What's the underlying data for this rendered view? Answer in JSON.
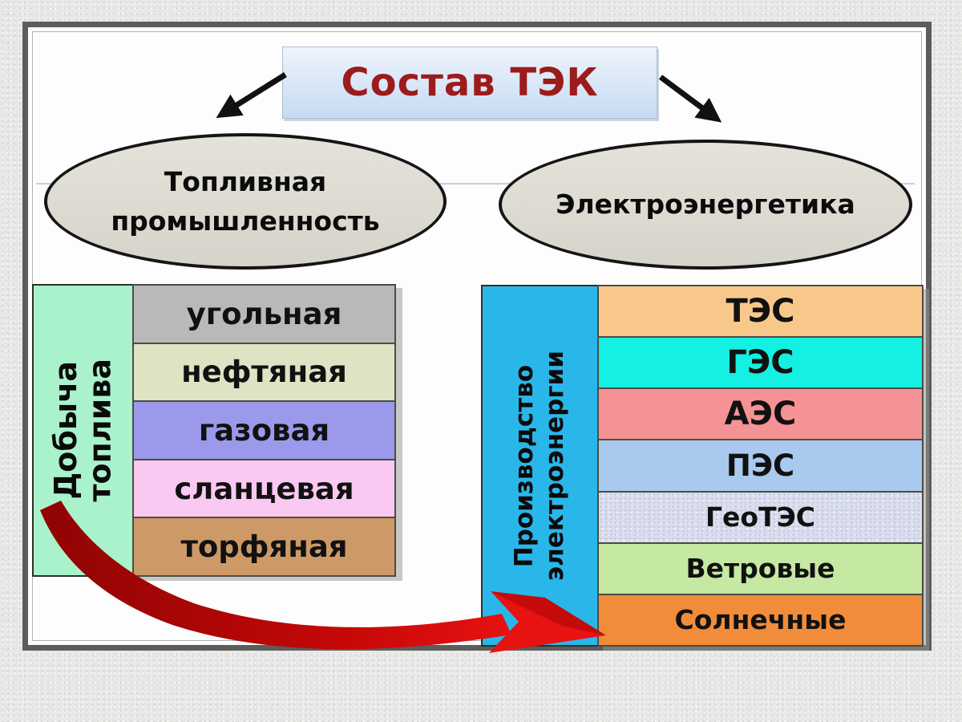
{
  "slide": {
    "title": {
      "text": "Состав ТЭК",
      "bg": "#d9e7f8",
      "text_color": "#9c1b1b"
    },
    "branches": {
      "left": {
        "label": "Топливная промышленность",
        "label_multiline": "Топливная\nпромышленность"
      },
      "right": {
        "label": "Электроэнергетика"
      }
    },
    "fuel_table": {
      "header": {
        "label": "Добыча топлива",
        "label_multiline": "Добыча\nтоплива",
        "bg": "#a9f2cb"
      },
      "rows": [
        {
          "label": "угольная",
          "bg": "#b9b9b9"
        },
        {
          "label": "нефтяная",
          "bg": "#dfe3c3"
        },
        {
          "label": "газовая",
          "bg": "#9a99ea"
        },
        {
          "label": "сланцевая",
          "bg": "#fac9f2"
        },
        {
          "label": "торфяная",
          "bg": "#cd9a67"
        }
      ]
    },
    "power_table": {
      "header": {
        "label": "Производство электроэнергии",
        "label_multiline": "Производство\nэлектроэнергии",
        "bg": "#29b7ea"
      },
      "rows": [
        {
          "label": "ТЭС",
          "bg": "#f8c88b"
        },
        {
          "label": "ГЭС",
          "bg": "#14f0e2"
        },
        {
          "label": "АЭС",
          "bg": "#f59295"
        },
        {
          "label": "ПЭС",
          "bg": "#aac9ee"
        },
        {
          "label": "ГеоТЭС",
          "bg": "#dadded"
        },
        {
          "label": "Ветровые",
          "bg": "#c5e8a3"
        },
        {
          "label": "Солнечные",
          "bg": "#f18c3b"
        }
      ]
    },
    "arrows": {
      "connector_color": "#111111",
      "flow_arrow_dark": "#8f0404",
      "flow_arrow_bright": "#e81212"
    }
  }
}
